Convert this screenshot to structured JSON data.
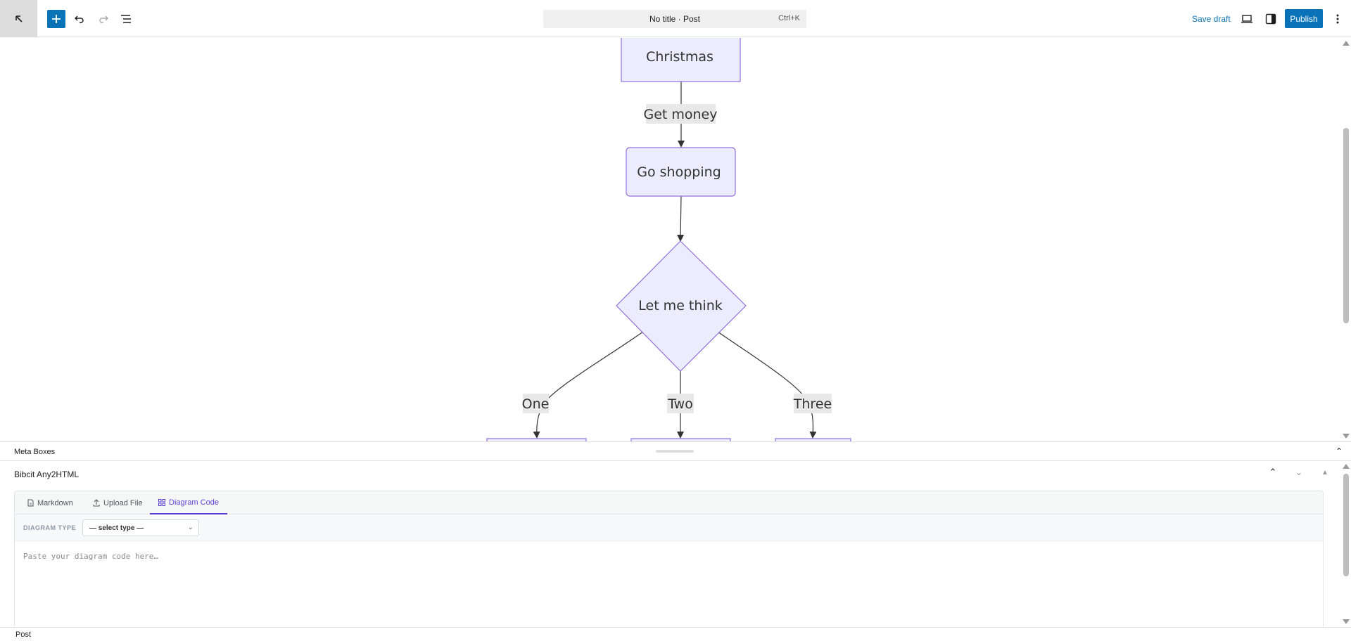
{
  "toolbar": {
    "document_title": "No title · Post",
    "shortcut": "Ctrl+K",
    "save_draft": "Save draft",
    "publish": "Publish",
    "icons": [
      "wordpress-arrow-icon",
      "add-block-icon",
      "undo-icon",
      "redo-icon",
      "list-view-icon",
      "desktop-view-icon",
      "settings-icon",
      "more-options-icon"
    ]
  },
  "diagram": {
    "nodes": {
      "christmas": "Christmas",
      "go_shopping": "Go shopping",
      "let_me_think": "Let me think"
    },
    "edge_labels": {
      "get_money": "Get money",
      "one": "One",
      "two": "Two",
      "three": "Three"
    },
    "colors": {
      "node_fill": "#ECECFF",
      "node_stroke": "#9370DB",
      "edge": "#333333",
      "label_bg": "#E8E8E8"
    }
  },
  "meta": {
    "header": "Meta Boxes",
    "panel_title": "Bibcit Any2HTML",
    "tabs": [
      {
        "label": "Markdown",
        "icon": "document-icon"
      },
      {
        "label": "Upload File",
        "icon": "upload-icon"
      },
      {
        "label": "Diagram Code",
        "icon": "grid-icon"
      }
    ],
    "active_tab": "Diagram Code",
    "diagram_type_label": "DIAGRAM TYPE",
    "diagram_type_value": "— select type —",
    "code_placeholder": "Paste your diagram code here…"
  },
  "footer": {
    "breadcrumb": "Post"
  }
}
